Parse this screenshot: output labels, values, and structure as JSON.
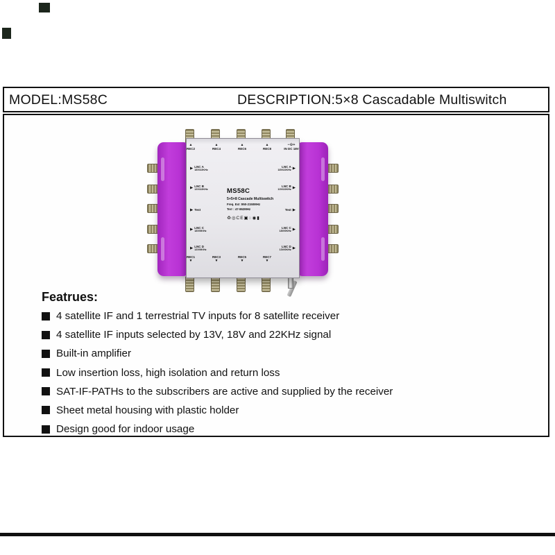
{
  "header": {
    "model": "MODEL:MS58C",
    "description": "DESCRIPTION:5×8 Cascadable Multiswitch"
  },
  "device": {
    "panel": {
      "model": "MS58C",
      "subtitle": "5+5×8 Cascade Multiswitch",
      "freq_line1": "Freq. Ext :950-2150MHz",
      "freq_line2": "Terr : 47-862MHz",
      "cert_icons": "♻◎CE▣◌◉▮"
    },
    "dc_input_label": "IN DC 18V",
    "top_ports": [
      "REC2",
      "REC4",
      "REC6",
      "REC8"
    ],
    "bottom_ports": [
      "REC1",
      "REC3",
      "REC5",
      "REC7"
    ],
    "left_ports": [
      {
        "name": "LNC A",
        "sub": "18V/22KHz"
      },
      {
        "name": "LNC B",
        "sub": "13V/22KHz"
      },
      {
        "name": "Test",
        "sub": ""
      },
      {
        "name": "LNC C",
        "sub": "18V/0KHz"
      },
      {
        "name": "LNC D",
        "sub": "13V/0KHz"
      }
    ],
    "right_ports": [
      {
        "name": "LNC A",
        "sub": "18V/22KHz"
      },
      {
        "name": "LNC B",
        "sub": "13V/22KHz"
      },
      {
        "name": "Test",
        "sub": ""
      },
      {
        "name": "LNC C",
        "sub": "18V/0KHz"
      },
      {
        "name": "LNC D",
        "sub": "13V/0KHz"
      }
    ],
    "glyphs": {
      "up": "▲",
      "down": "▼",
      "right": "▶",
      "dc": "−⊙+"
    }
  },
  "features": {
    "title": "Featrues:",
    "items": [
      "4 satellite IF and 1 terrestrial TV inputs  for 8 satellite receiver",
      "4 satellite IF inputs selected by 13V, 18V and 22KHz signal",
      "Built-in amplifier",
      "Low insertion loss, high isolation and return loss",
      "SAT-IF-PATHs to the subscribers are active and supplied by the receiver",
      "Sheet metal housing with plastic holder",
      "Design good for indoor usage"
    ]
  },
  "colors": {
    "holder_purple": "#b832d4",
    "connector_tan": "#a39b74",
    "faceplate_gray": "#e9e8ec",
    "border_black": "#111111"
  }
}
